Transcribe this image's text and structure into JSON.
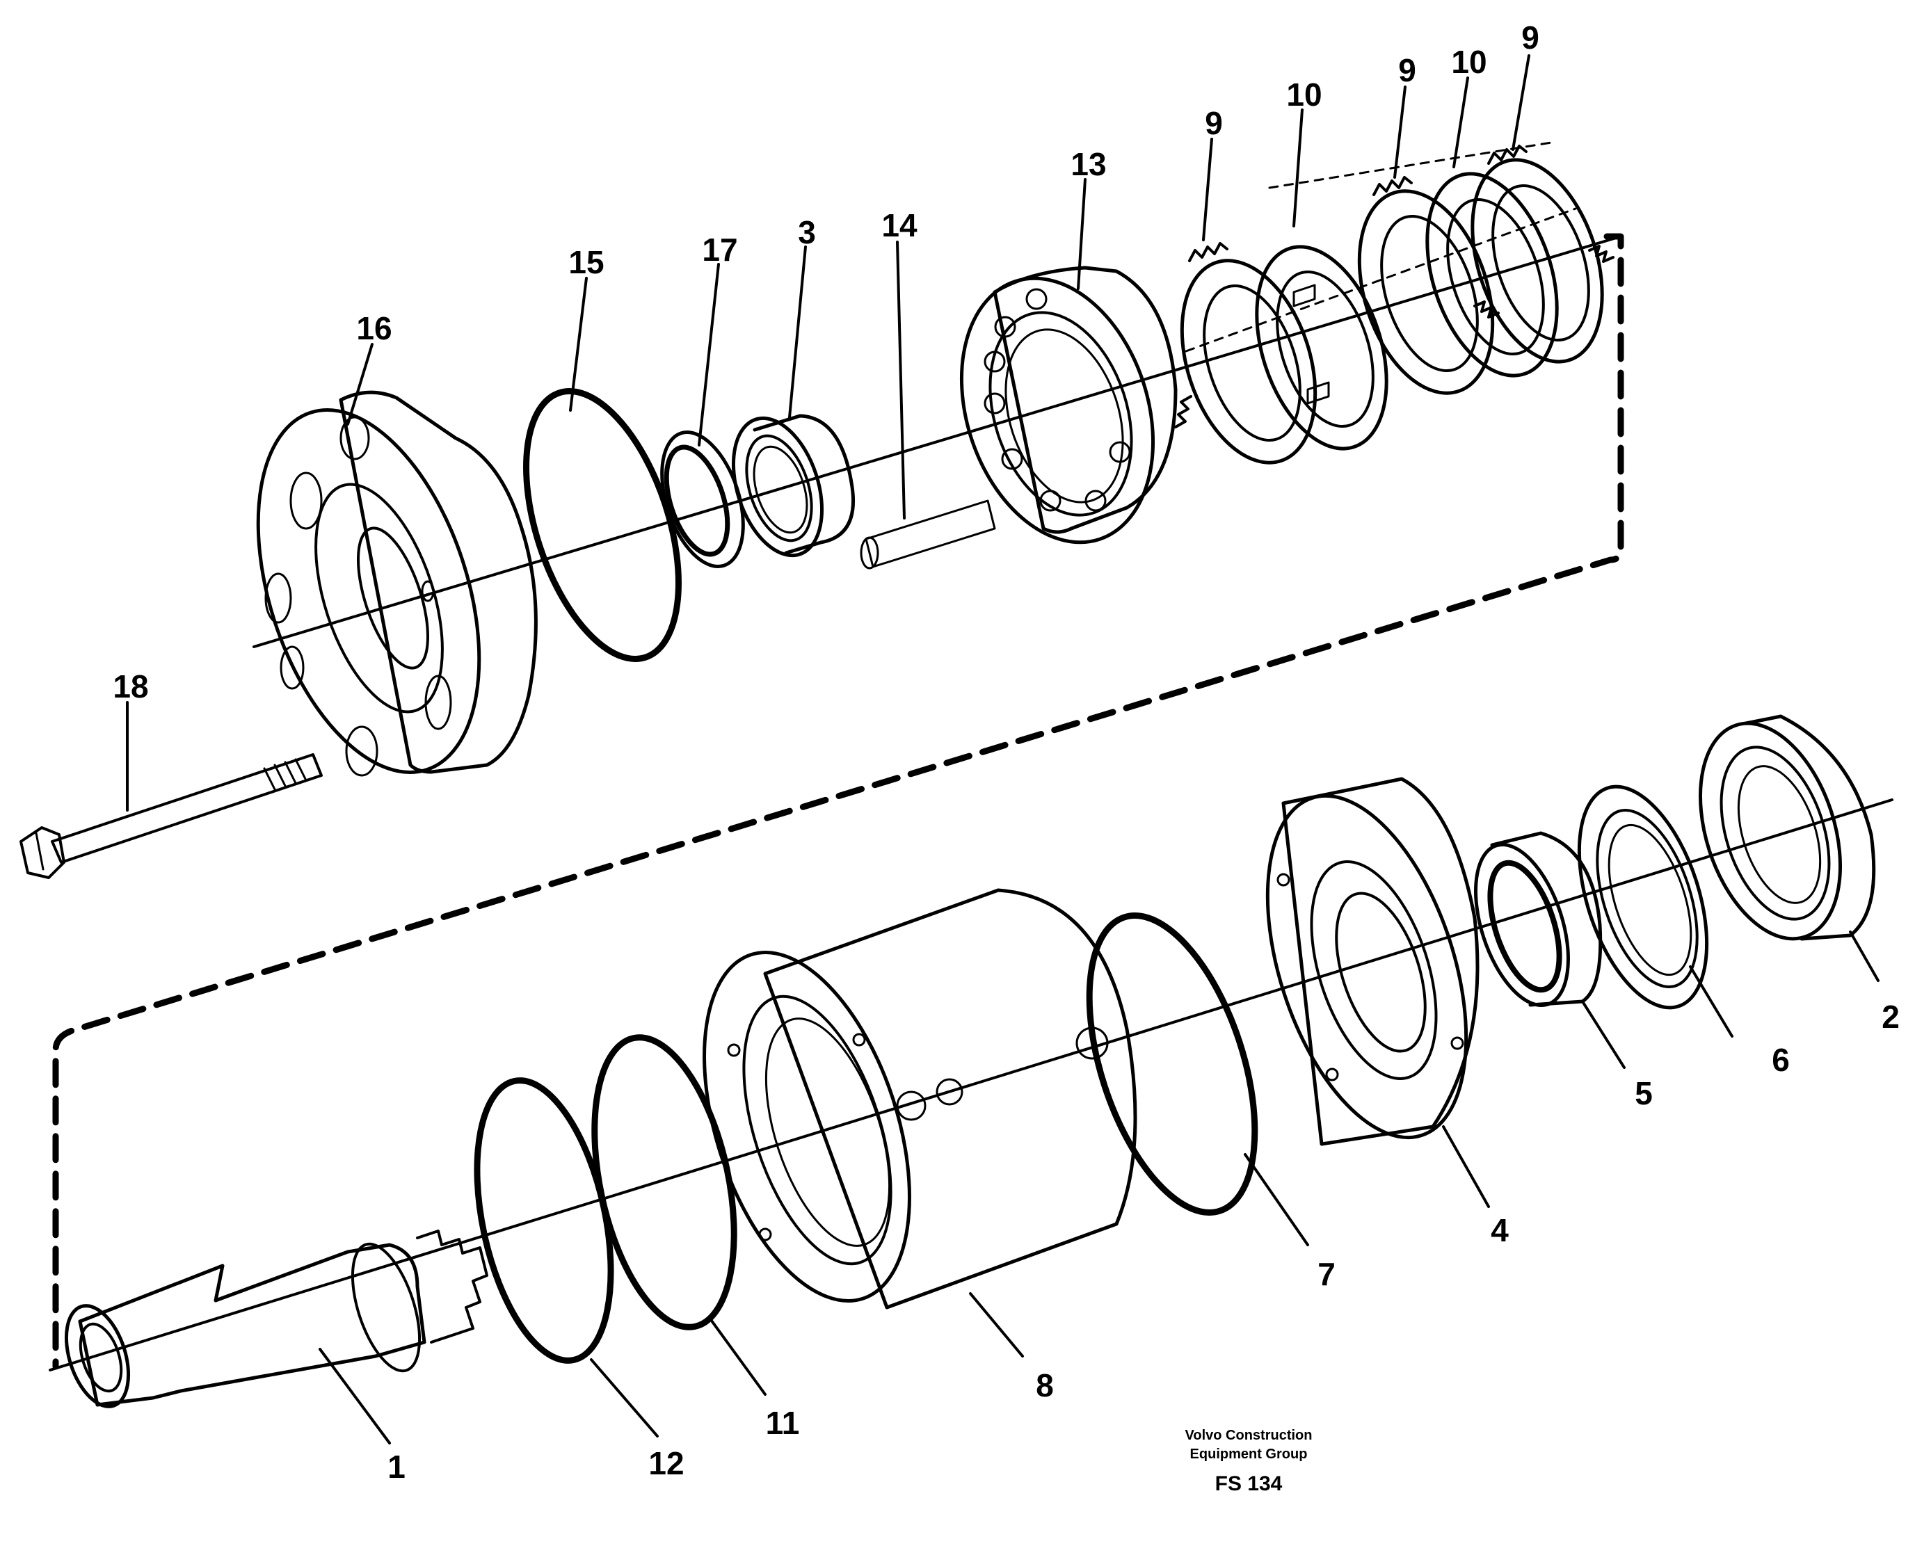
{
  "callouts": {
    "p1": "1",
    "p2": "2",
    "p3": "3",
    "p4": "4",
    "p5": "5",
    "p6": "6",
    "p7": "7",
    "p8": "8",
    "p9a": "9",
    "p9b": "9",
    "p9c": "9",
    "p10a": "10",
    "p10b": "10",
    "p11": "11",
    "p12": "12",
    "p13": "13",
    "p14": "14",
    "p15": "15",
    "p16": "16",
    "p17": "17",
    "p18": "18"
  },
  "footer": {
    "company_line1": "Volvo Construction",
    "company_line2": "Equipment Group",
    "code": "FS 134"
  }
}
